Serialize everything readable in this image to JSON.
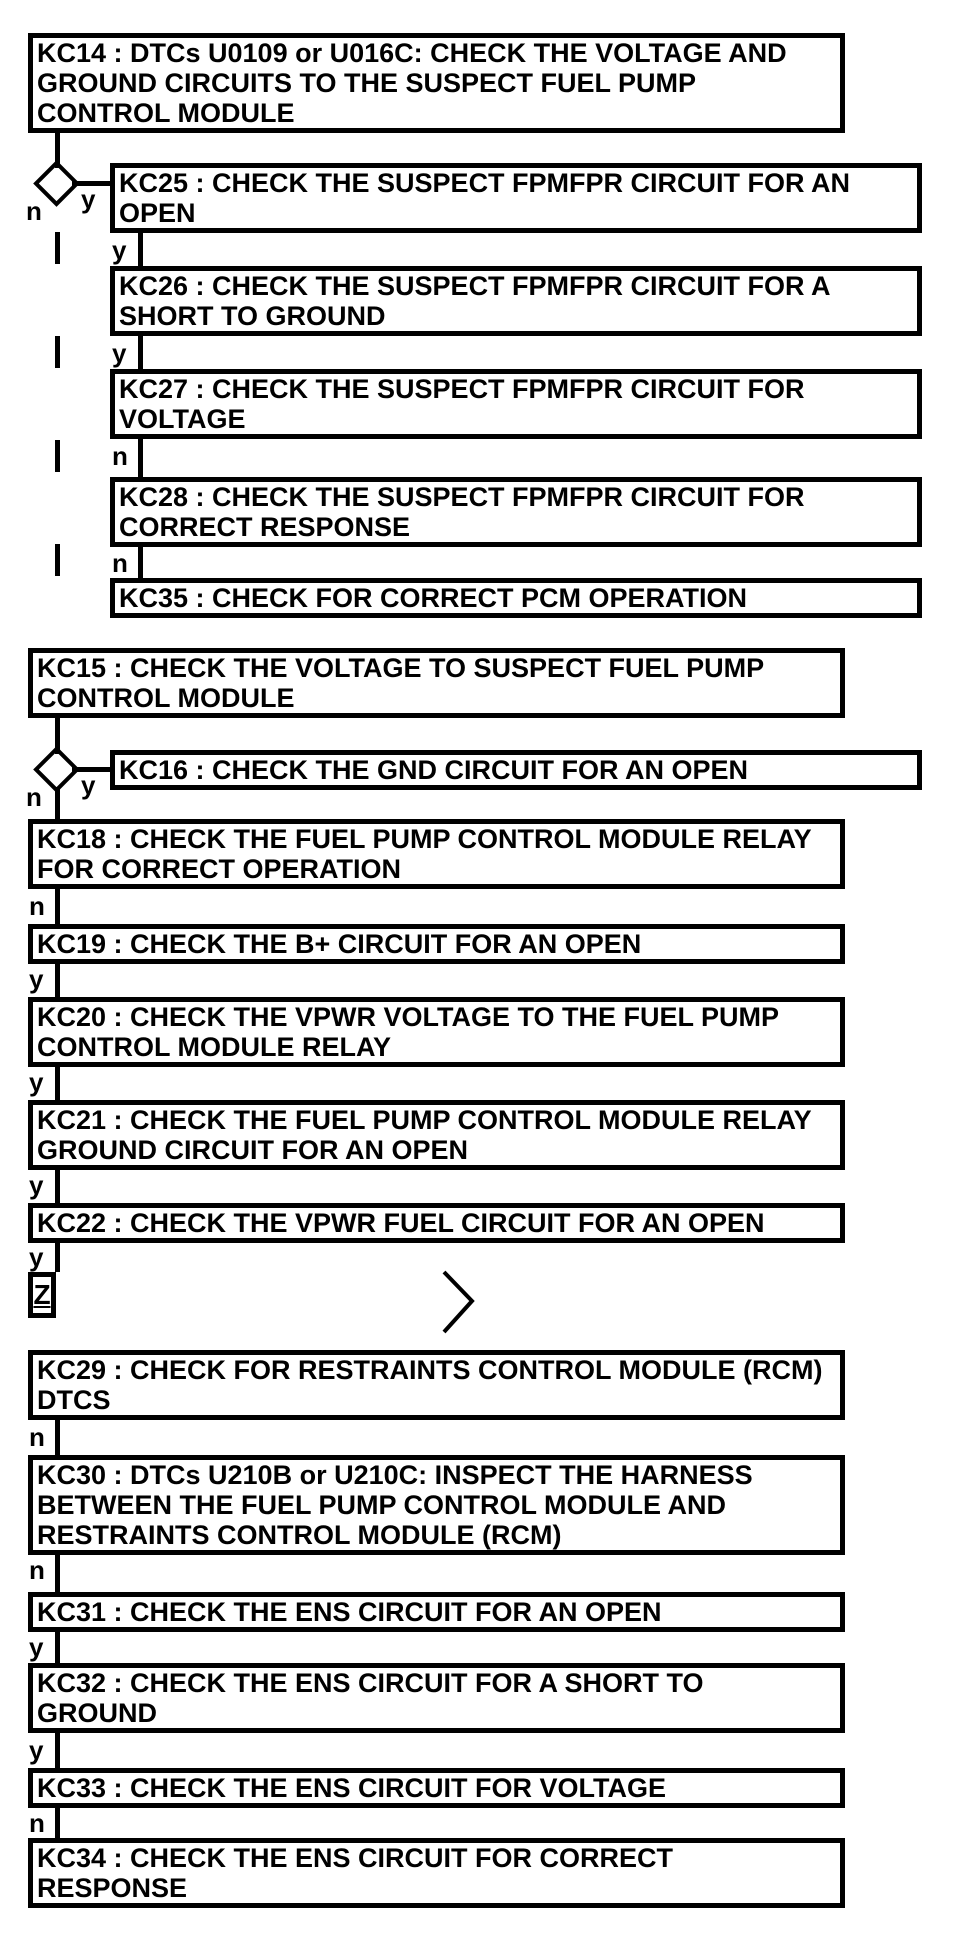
{
  "palette": {
    "ink": "#000000",
    "paper": "#ffffff"
  },
  "nodes": {
    "kc14": {
      "text": "KC14 : DTCs U0109 or U016C: CHECK THE VOLTAGE AND\nGROUND CIRCUITS TO THE SUSPECT FUEL PUMP\nCONTROL MODULE"
    },
    "kc25": {
      "text": "KC25 : CHECK THE SUSPECT FPMFPR CIRCUIT FOR AN\nOPEN"
    },
    "kc26": {
      "text": "KC26 : CHECK THE SUSPECT FPMFPR CIRCUIT FOR A\nSHORT TO GROUND"
    },
    "kc27": {
      "text": "KC27 : CHECK THE SUSPECT FPMFPR CIRCUIT FOR\nVOLTAGE"
    },
    "kc28": {
      "text": "KC28 : CHECK THE SUSPECT FPMFPR CIRCUIT FOR\nCORRECT RESPONSE"
    },
    "kc35": {
      "text": "KC35 : CHECK FOR CORRECT PCM OPERATION"
    },
    "kc15": {
      "text": "KC15 : CHECK THE VOLTAGE TO SUSPECT FUEL PUMP\nCONTROL MODULE"
    },
    "kc16": {
      "text": "KC16 : CHECK THE GND CIRCUIT FOR AN OPEN"
    },
    "kc18": {
      "text": "KC18 : CHECK THE FUEL PUMP CONTROL MODULE RELAY\nFOR CORRECT OPERATION"
    },
    "kc19": {
      "text": "KC19 : CHECK THE B+ CIRCUIT FOR AN OPEN"
    },
    "kc20": {
      "text": "KC20 : CHECK THE VPWR VOLTAGE TO THE FUEL PUMP\nCONTROL MODULE RELAY"
    },
    "kc21": {
      "text": "KC21 : CHECK THE FUEL PUMP CONTROL MODULE RELAY\nGROUND CIRCUIT FOR AN OPEN"
    },
    "kc22": {
      "text": "KC22 : CHECK THE VPWR FUEL CIRCUIT FOR AN OPEN"
    },
    "off_page_connector": {
      "text": "Z"
    },
    "kc29": {
      "text": "KC29 : CHECK FOR RESTRAINTS CONTROL MODULE (RCM)\nDTCS"
    },
    "kc30": {
      "text": "KC30 : DTCs U210B or U210C: INSPECT THE HARNESS\nBETWEEN THE FUEL PUMP CONTROL MODULE AND\nRESTRAINTS CONTROL MODULE (RCM)"
    },
    "kc31": {
      "text": "KC31 : CHECK THE ENS CIRCUIT FOR AN OPEN"
    },
    "kc32": {
      "text": "KC32 : CHECK THE ENS CIRCUIT FOR A SHORT TO\nGROUND"
    },
    "kc33": {
      "text": "KC33 : CHECK THE ENS CIRCUIT FOR VOLTAGE"
    },
    "kc34": {
      "text": "KC34 : CHECK THE ENS CIRCUIT FOR CORRECT\nRESPONSE"
    }
  },
  "edges": {
    "kc14_decision": {
      "no": "n",
      "yes": "y"
    },
    "kc25_to_kc26": {
      "label": "y"
    },
    "kc26_to_kc27": {
      "label": "y"
    },
    "kc27_to_kc28": {
      "label": "n"
    },
    "kc28_to_kc35": {
      "label": "n"
    },
    "kc15_decision": {
      "no": "n",
      "yes": "y"
    },
    "kc18_to_kc19": {
      "label": "n"
    },
    "kc19_to_kc20": {
      "label": "y"
    },
    "kc20_to_kc21": {
      "label": "y"
    },
    "kc21_to_kc22": {
      "label": "y"
    },
    "kc22_to_offpage": {
      "label": "y"
    },
    "kc29_to_kc30": {
      "label": "n"
    },
    "kc30_to_kc31": {
      "label": "n"
    },
    "kc31_to_kc32": {
      "label": "y"
    },
    "kc32_to_kc33": {
      "label": "y"
    },
    "kc33_to_kc34": {
      "label": "n"
    }
  }
}
